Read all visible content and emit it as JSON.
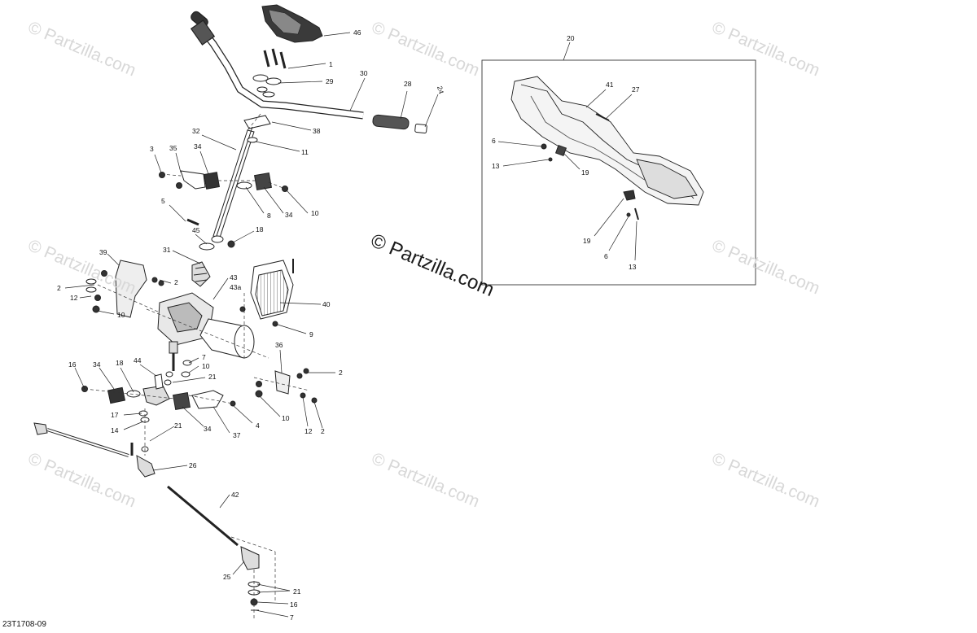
{
  "watermark": {
    "text": "© Partzilla.com",
    "main_text": "© Partzilla.com"
  },
  "diagram_ref": "23T1708-09",
  "callouts": {
    "c1": "46",
    "c2": "1",
    "c3": "29",
    "c4": "30",
    "c5": "28",
    "c6": "24",
    "c7": "38",
    "c8": "32",
    "c9": "11",
    "c10": "3",
    "c11": "35",
    "c12": "34",
    "c13": "8",
    "c14": "34",
    "c15": "10",
    "c16": "5",
    "c17": "45",
    "c18": "18",
    "c19": "31",
    "c20": "39",
    "c21": "2",
    "c22": "2",
    "c23": "12",
    "c24": "10",
    "c25": "43",
    "c26": "43a",
    "c27": "40",
    "c28": "9",
    "c29": "36",
    "c30": "2",
    "c31": "16",
    "c32": "34",
    "c33": "18",
    "c34": "44",
    "c35": "7",
    "c36": "10",
    "c37": "21",
    "c38": "17",
    "c39": "14",
    "c40": "21",
    "c41": "34",
    "c42": "37",
    "c43": "4",
    "c44": "10",
    "c45": "12",
    "c46": "2",
    "c47": "26",
    "c48": "42",
    "c49": "25",
    "c50": "21",
    "c51": "16",
    "c52": "7",
    "d1": "20",
    "d2": "41",
    "d3": "27",
    "d4": "6",
    "d5": "13",
    "d6": "19",
    "d7": "19",
    "d8": "6",
    "d9": "13"
  }
}
